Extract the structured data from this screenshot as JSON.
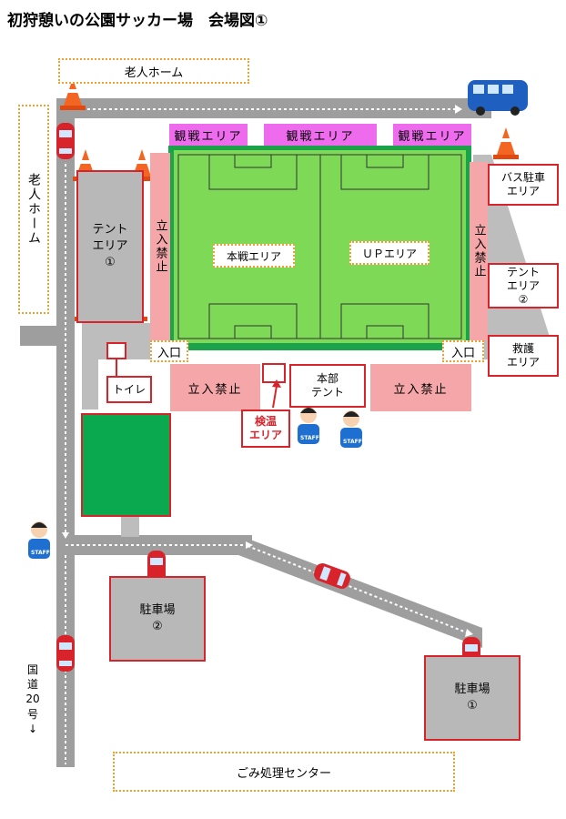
{
  "title": "初狩憩いの公園サッカー場　会場図①",
  "areas": {
    "elderly_home_top": "老人ホーム",
    "elderly_home_left": "老人ホーム",
    "spectator_1": "観戦エリア",
    "spectator_2": "観戦エリア",
    "spectator_3": "観戦エリア",
    "bus_parking": "バス駐車\nエリア",
    "tent_area_1": "テント\nエリア\n①",
    "tent_area_2": "テント\nエリア\n②",
    "rescue_area": "救護\nエリア",
    "no_entry_left": "立入禁止",
    "no_entry_right": "立入禁止",
    "no_entry_bottom_left": "立入禁止",
    "no_entry_bottom_right": "立入禁止",
    "main_game_area": "本戦エリア",
    "up_area": "ＵＰエリア",
    "entrance_left": "入口",
    "entrance_right": "入口",
    "toilet": "トイレ",
    "hq_tent": "本部\nテント",
    "temperature_check": "検温\nエリア",
    "parking_2": "駐車場\n②",
    "parking_1": "駐車場\n①",
    "route_20": "国\n道\n20\n号\n↓",
    "garbage_center": "ごみ処理センター",
    "staff_badge": "STAFF"
  },
  "colors": {
    "road": "#9e9e9e",
    "field_grass": "#7ed957",
    "field_border": "#1aa34a",
    "green_block": "#0aa84f",
    "pink": "#f4a6a8",
    "magenta": "#ee6bee",
    "red_border": "#d9232b",
    "dashed_orange": "#f0a030",
    "bus_blue": "#1f5fbf"
  }
}
